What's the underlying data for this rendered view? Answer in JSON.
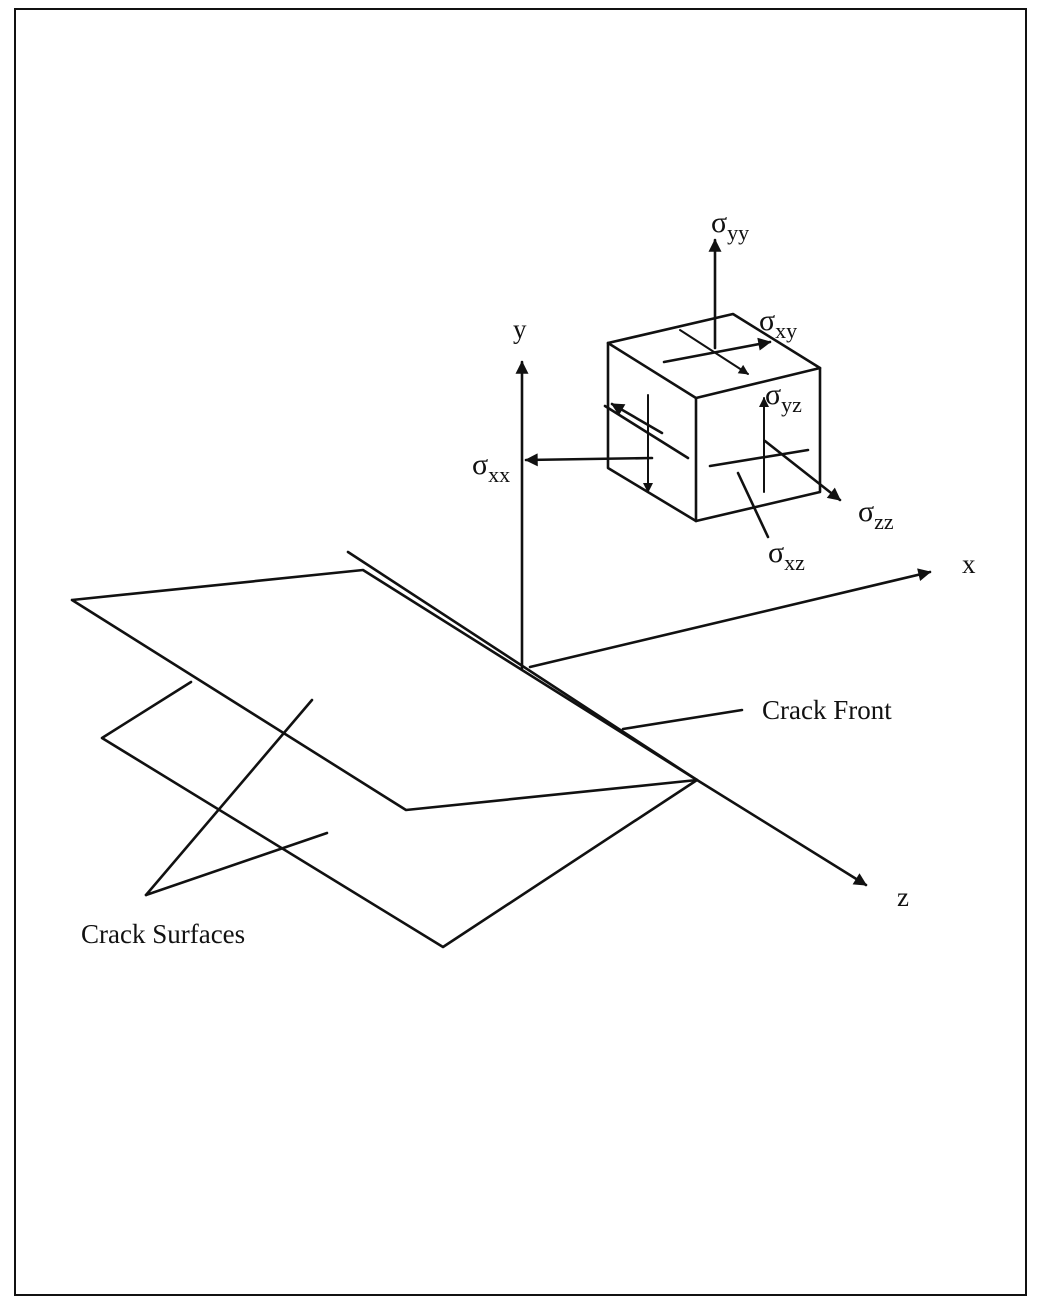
{
  "labels": {
    "axis_x": "x",
    "axis_y": "y",
    "axis_z": "z",
    "crack_front": "Crack Front",
    "crack_surfaces": "Crack Surfaces"
  },
  "stresses": {
    "sigma_symbol": "σ",
    "yy": "yy",
    "xy": "xy",
    "yz": "yz",
    "xx": "xx",
    "zz": "zz",
    "xz": "xz"
  }
}
